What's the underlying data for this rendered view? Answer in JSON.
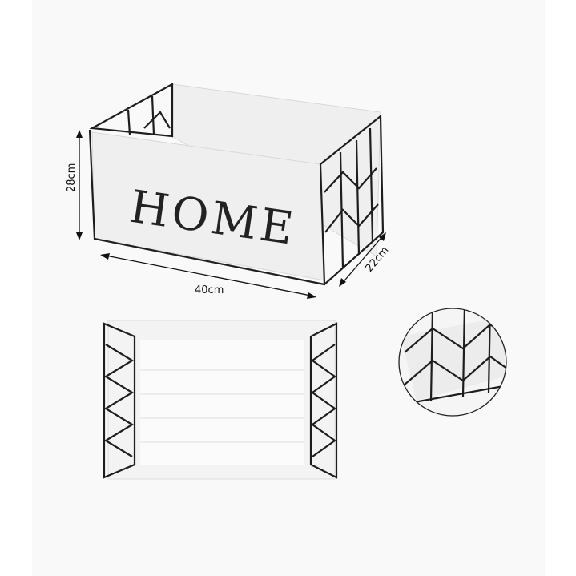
{
  "product": {
    "print_text": "HOME"
  },
  "dimensions": {
    "height": "28cm",
    "length": "40cm",
    "depth": "22cm"
  },
  "colors": {
    "wire": "#1d1d1d",
    "fabric": "#efefef",
    "background": "#f9f9f9"
  }
}
